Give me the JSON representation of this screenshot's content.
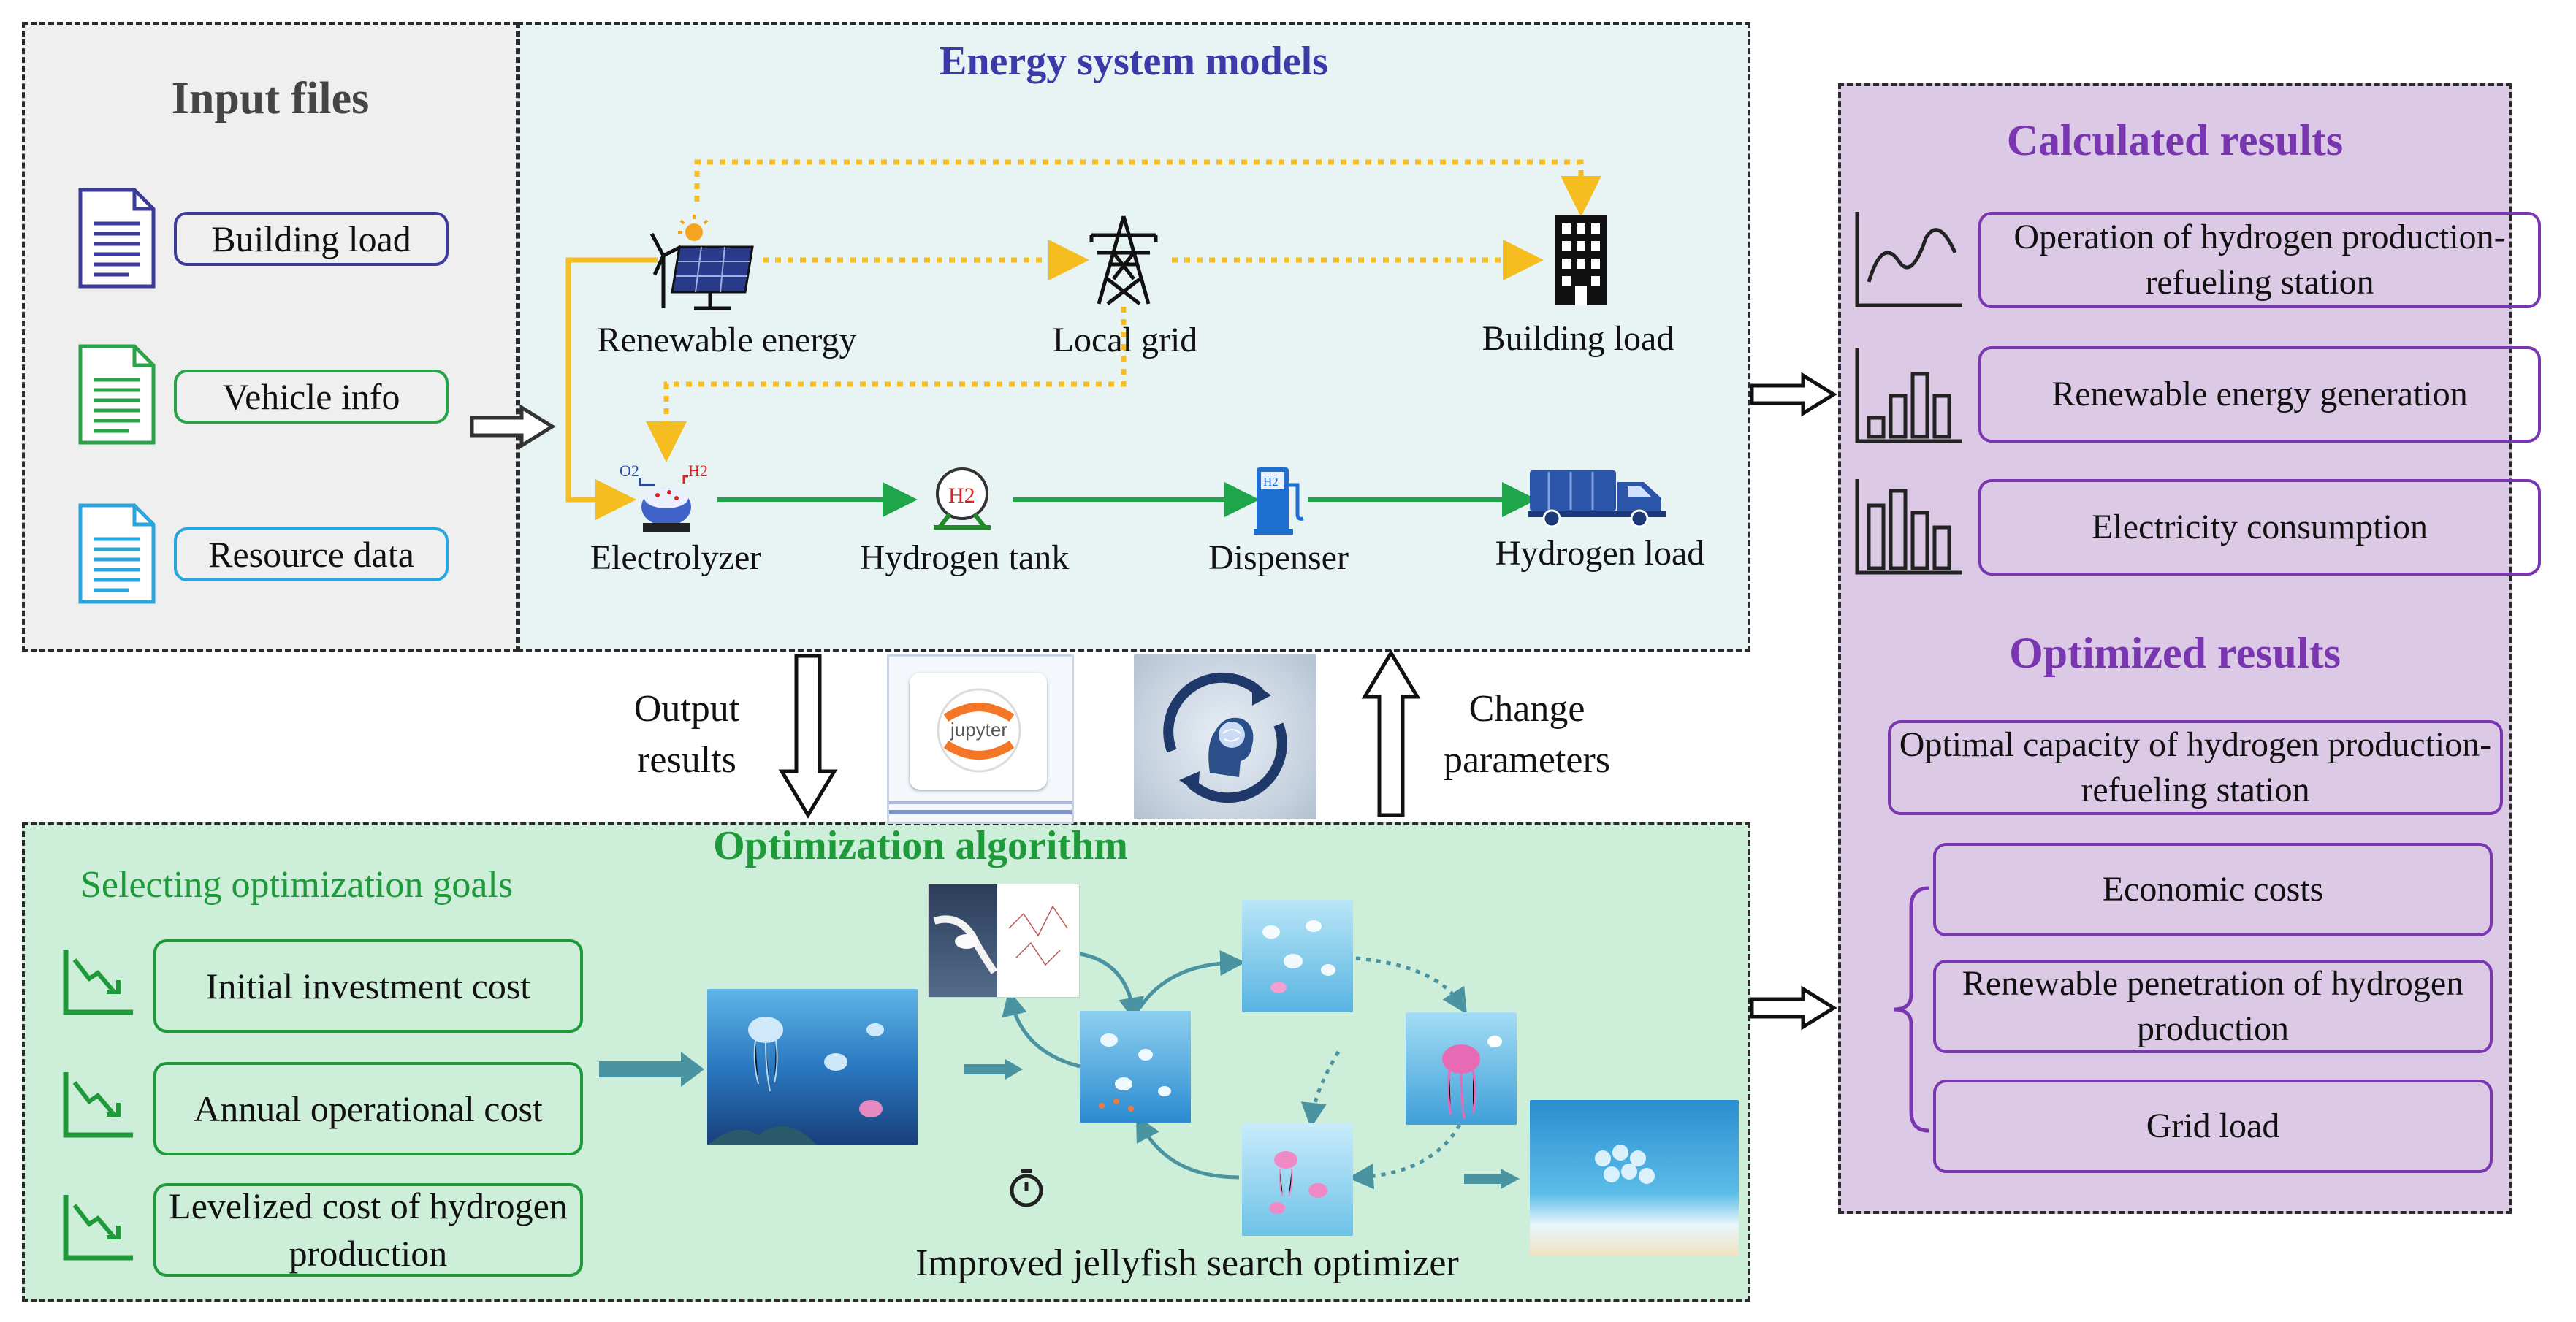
{
  "input_files": {
    "title": "Input files",
    "items": [
      {
        "label": "Building load",
        "color": "#3b3b9a"
      },
      {
        "label": "Vehicle info",
        "color": "#2aa24a"
      },
      {
        "label": "Resource data",
        "color": "#2aa6df"
      }
    ]
  },
  "energy_models": {
    "title": "Energy system models",
    "nodes": {
      "renewable": "Renewable energy",
      "grid": "Local grid",
      "building": "Building load",
      "electrolyzer": "Electrolyzer",
      "tank": "Hydrogen tank",
      "dispenser": "Dispenser",
      "hload": "Hydrogen load"
    },
    "electrolyzer_o2": "O2",
    "electrolyzer_h2": "H2",
    "tank_h2": "H2",
    "dispenser_h2": "H2"
  },
  "middle": {
    "output_results": "Output\nresults",
    "change_parameters": "Change\nparameters",
    "jupyter_logo": "jupyter"
  },
  "optimization": {
    "title": "Optimization algorithm",
    "goals_title": "Selecting optimization goals",
    "goals": [
      "Initial investment cost",
      "Annual operational cost",
      "Levelized cost of hydrogen production"
    ],
    "optimizer_caption": "Improved jellyfish search optimizer"
  },
  "results": {
    "calculated_title": "Calculated results",
    "calculated": [
      "Operation of hydrogen production-refueling station",
      "Renewable energy generation",
      "Electricity consumption"
    ],
    "optimized_title": "Optimized results",
    "optimal_capacity": "Optimal capacity of hydrogen production-refueling station",
    "optimized": [
      "Economic costs",
      "Renewable penetration of hydrogen production",
      "Grid load"
    ]
  },
  "colors": {
    "energy_title": "#3a3aa8",
    "green_title": "#1f9a3a",
    "purple_title": "#7a35b0",
    "power_flow": "#f5bd1f",
    "hydrogen_flow": "#1fa54a",
    "teal_arrow": "#4a93a0"
  }
}
